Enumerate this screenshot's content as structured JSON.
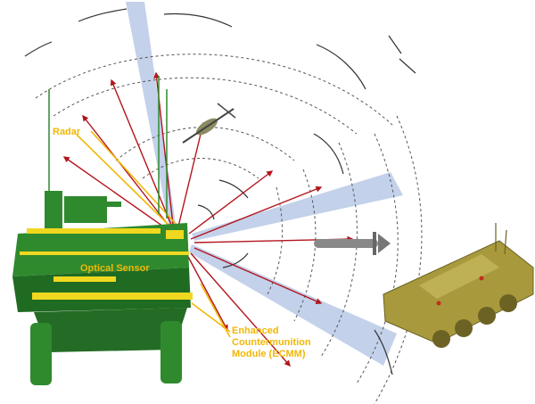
{
  "labels": {
    "radar": "Radar",
    "optical_sensor": "Optical Sensor",
    "ecmm_line1": "Enhanced",
    "ecmm_line2": "Countermunition",
    "ecmm_line3": "Module (ECMM)"
  },
  "colors": {
    "callout": "#f2b705",
    "threat_ray": "#b3141c",
    "sensor_beam": "#b9c9e6",
    "vehicle_green": "#2f8a2e",
    "vehicle_yellow_trim": "#f0d820",
    "enemy_vehicle": "#a89a3c",
    "detection_arc": "#555555"
  },
  "icons": {
    "stryker_front": "armored-vehicle-front-icon",
    "stryker_side": "armored-vehicle-side-icon",
    "missile": "missile-icon",
    "helicopter": "rotary-projectile-icon"
  }
}
